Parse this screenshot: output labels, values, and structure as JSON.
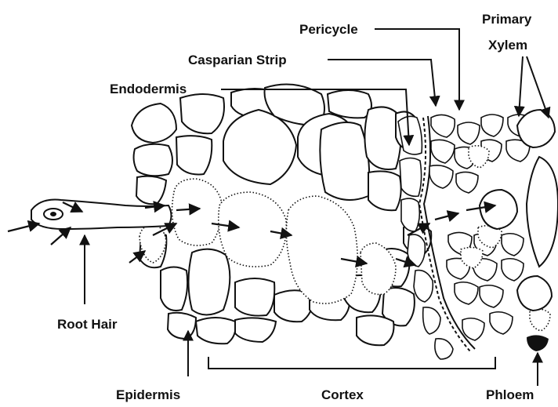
{
  "labels": {
    "pericycle": "Pericycle",
    "primary": "Primary",
    "xylem": "Xylem",
    "casparian_strip": "Casparian Strip",
    "endodermis": "Endodermis",
    "root_hair": "Root Hair",
    "epidermis": "Epidermis",
    "cortex": "Cortex",
    "phloem": "Phloem"
  }
}
